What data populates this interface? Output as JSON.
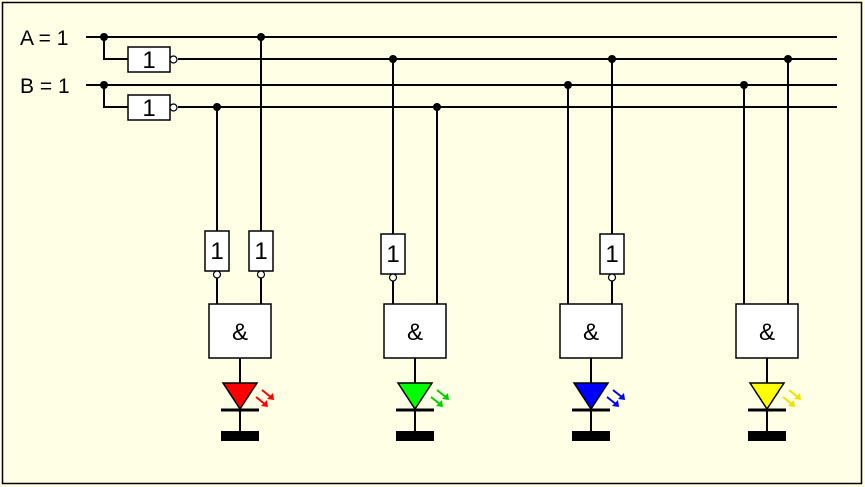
{
  "inputs": [
    {
      "label": "A = 1"
    },
    {
      "label": "B = 1"
    }
  ],
  "gate_symbols": {
    "not": "1",
    "and": "&"
  },
  "outputs": [
    {
      "led_color": "#ff0000",
      "arrow_color": "#ff0000"
    },
    {
      "led_color": "#00ff00",
      "arrow_color": "#00cc00"
    },
    {
      "led_color": "#0000ff",
      "arrow_color": "#0000ff"
    },
    {
      "led_color": "#ffff00",
      "arrow_color": "#e6e600"
    }
  ],
  "colors": {
    "background": "#ffffe6",
    "wire": "#000000",
    "gate_fill": "#ffffff"
  }
}
